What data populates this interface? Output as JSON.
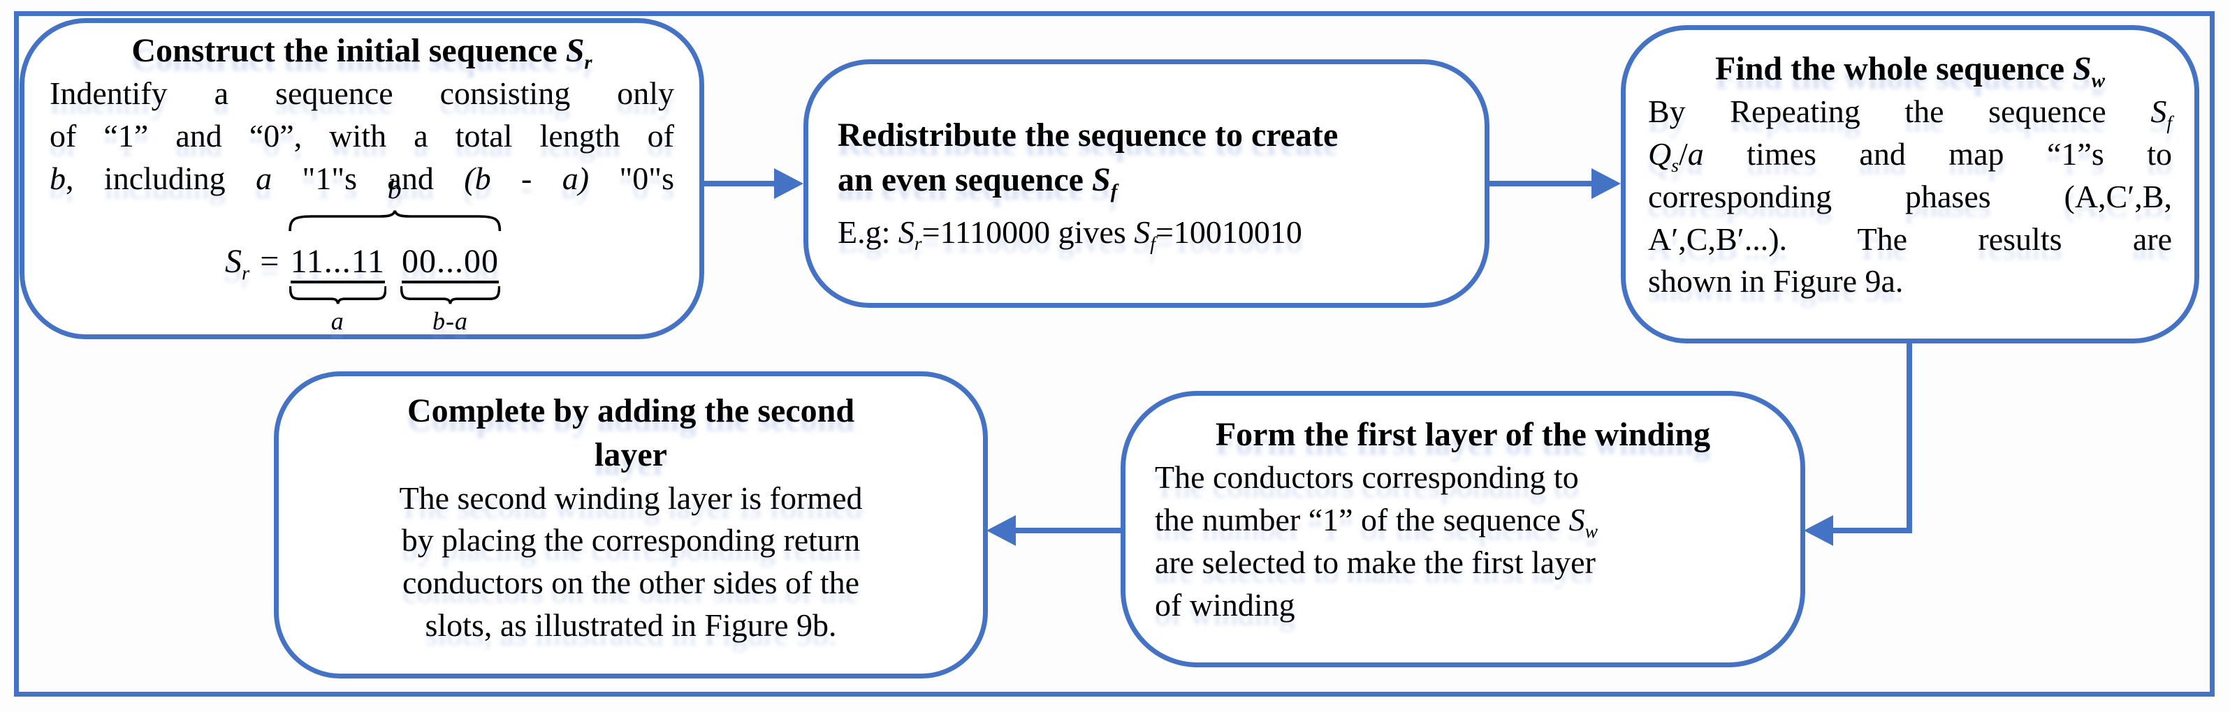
{
  "figure": {
    "type": "flowchart",
    "accent_color": "#4472C4",
    "text_color": "#000000"
  },
  "boxes": {
    "construct": {
      "title_pre": "Construct the initial sequence ",
      "title_var": "S",
      "title_sub": "r",
      "line1": "Indentify a sequence consisting only",
      "line2": "of “1” and “0”, with a total length of",
      "line3_b": "b",
      "line3_t1": ", including ",
      "line3_a": "a",
      "line3_t2": " \"1\"s and ",
      "line3_ba": "(b - a)",
      "line3_t3": " \"0\"s",
      "formula": {
        "lhs": "S",
        "lhs_sub": "r",
        "eq": " = ",
        "ones": "11...11",
        "zeros": "00...00",
        "total_label": "b",
        "ones_label": "a",
        "zeros_label": "b-a"
      }
    },
    "redistribute": {
      "title_line1": "Redistribute the sequence to create",
      "title_line2_pre": "an even sequence ",
      "title_var": "S",
      "title_sub": "f",
      "ex_t1": "E.g: ",
      "ex_v1": "S",
      "ex_s1": "r",
      "ex_t2": "=1110000 gives ",
      "ex_v2": "S",
      "ex_s2": "f",
      "ex_t3": "=10010010"
    },
    "whole": {
      "title_pre": "Find the whole sequence ",
      "title_var": "S",
      "title_sub": "w",
      "line1_t": "By Repeating the sequence ",
      "line1_v": "S",
      "line1_s": "f",
      "line2_v1": "Q",
      "line2_s1": "s",
      "line2_sep": "/",
      "line2_v2": "a",
      "line2_t": " times and map “1”s to",
      "line3": "corresponding phases (A,C′,B,",
      "line4": "A′,C,B′...). The results are",
      "line5": "shown in Figure 9a."
    },
    "first_layer": {
      "title": "Form the first layer of the winding",
      "line1": "The conductors corresponding to",
      "line2_t": "the number “1” of the sequence ",
      "line2_v": "S",
      "line2_s": "w",
      "line3": "are selected to make the first layer",
      "line4": "of winding"
    },
    "second_layer": {
      "title_line1": "Complete by adding the second",
      "title_line2": "layer",
      "line1": "The second winding layer is formed",
      "line2": "by placing the corresponding return",
      "line3": "conductors on the other sides of the",
      "line4": "slots, as illustrated in Figure 9b."
    }
  }
}
